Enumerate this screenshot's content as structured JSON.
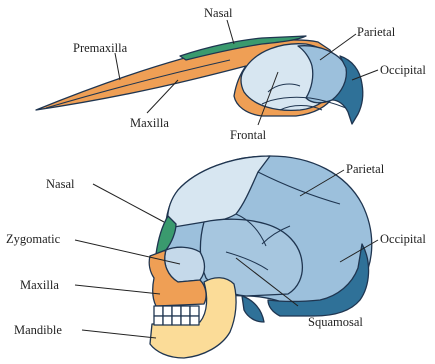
{
  "bird_skull": {
    "labels": {
      "nasal": "Nasal",
      "premaxilla": "Premaxilla",
      "parietal": "Parietal",
      "occipital": "Occipital",
      "maxilla": "Maxilla",
      "frontal": "Frontal"
    }
  },
  "human_skull": {
    "labels": {
      "nasal": "Nasal",
      "parietal": "Parietal",
      "zygomatic": "Zygomatic",
      "occipital": "Occipital",
      "maxilla": "Maxilla",
      "mandible": "Mandible",
      "squamosal": "Squamosal"
    }
  },
  "colors": {
    "nasal": "#3a9a6e",
    "maxilla": "#ef9f55",
    "frontal": "#d7e6f1",
    "parietal": "#9cc0dc",
    "squamosal": "#a6c6df",
    "occipital": "#2f7198",
    "mandible": "#fbdc98",
    "teeth": "#ffffff",
    "outline": "#1f3550"
  }
}
